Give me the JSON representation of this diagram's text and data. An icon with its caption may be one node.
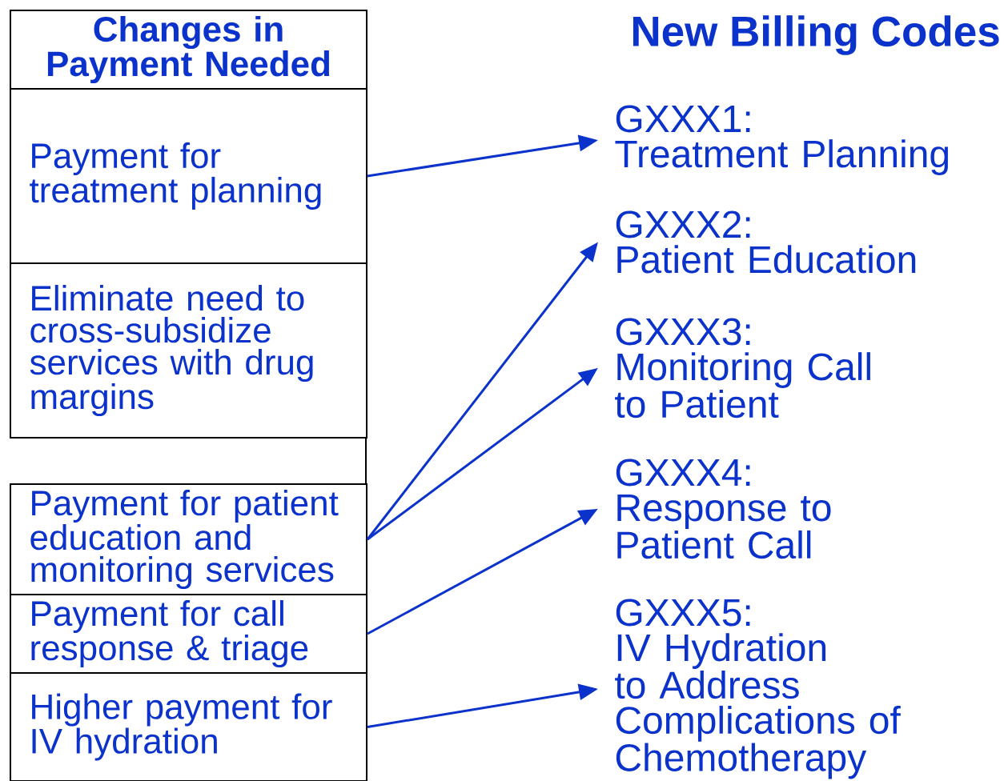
{
  "diagram": {
    "title": "New Billing Codes",
    "nodes": [
      {
        "text": [
          "Changes in Payment Needed"
        ]
      },
      {
        "text": [
          "Payment for treatment planning"
        ]
      },
      {
        "text": [
          "Eliminate need to cross-subsidize services with drug margins"
        ]
      },
      {
        "text": [
          "Payment for patient education and monitoring services"
        ]
      },
      {
        "text": [
          "Payment for call response & triage"
        ]
      },
      {
        "text": [
          "Higher payment for IV hydration"
        ]
      },
      {
        "text": [
          "GXXX1:",
          "Treatment Planning"
        ]
      },
      {
        "text": [
          "GXXX2:",
          "Patient Education"
        ]
      },
      {
        "text": [
          "GXXX3:",
          "Monitoring Call to Patient"
        ]
      },
      {
        "text": [
          "GXXX4:",
          "Response to Patient Call"
        ]
      },
      {
        "text": [
          "GXXX5:",
          "IV Hydration to Address Complications of Chemotherapy"
        ]
      }
    ],
    "edges": [
      {
        "from": 1,
        "to": 6,
        "arrow": "to"
      },
      {
        "from": 3,
        "to": 7,
        "arrow": "to"
      },
      {
        "from": 3,
        "to": 8,
        "arrow": "to"
      },
      {
        "from": 4,
        "to": 9,
        "arrow": "to"
      },
      {
        "from": 5,
        "to": 10,
        "arrow": "to"
      }
    ]
  }
}
